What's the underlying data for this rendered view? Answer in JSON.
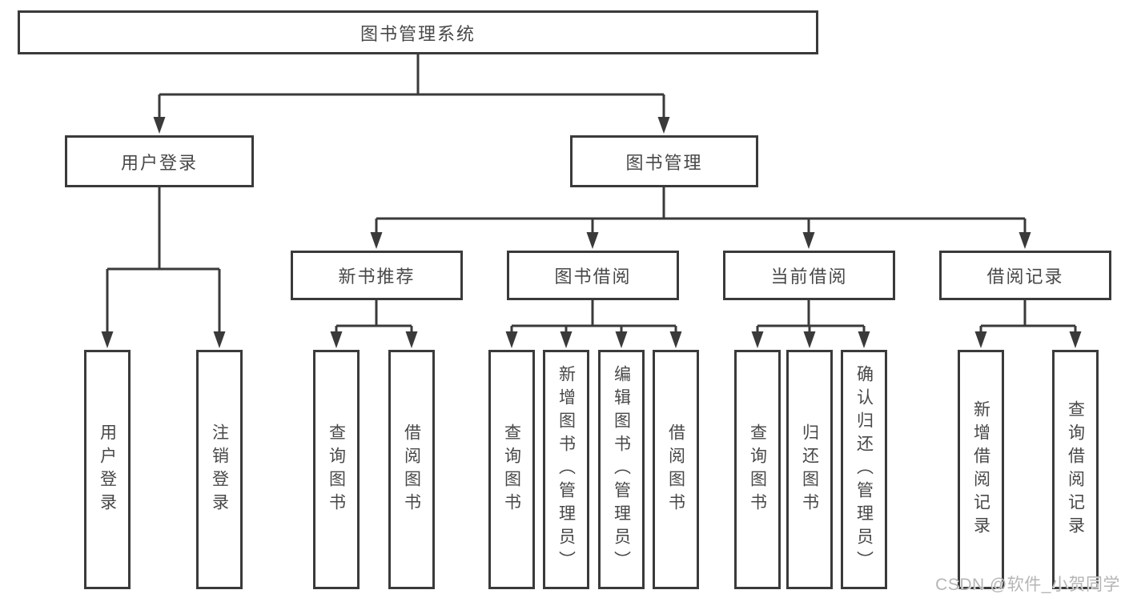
{
  "colors": {
    "line": "#3a3a3a",
    "box_border": "#3a3a3a",
    "text": "#484848",
    "watermark": "#b5b5b5",
    "background": "#ffffff"
  },
  "nodes": {
    "root": {
      "label": "图书管理系统"
    },
    "level2": [
      {
        "label": "用户登录"
      },
      {
        "label": "图书管理"
      }
    ],
    "level3": [
      {
        "label": "新书推荐"
      },
      {
        "label": "图书借阅"
      },
      {
        "label": "当前借阅"
      },
      {
        "label": "借阅记录"
      }
    ],
    "leaves": [
      {
        "label": "用户登录"
      },
      {
        "label": "注销登录"
      },
      {
        "label": "查询图书"
      },
      {
        "label": "借阅图书"
      },
      {
        "label": "查询图书"
      },
      {
        "label": "新增图书（管理员）"
      },
      {
        "label": "编辑图书（管理员）"
      },
      {
        "label": "借阅图书"
      },
      {
        "label": "查询图书"
      },
      {
        "label": "归还图书"
      },
      {
        "label": "确认归还（管理员）"
      },
      {
        "label": "新增借阅记录"
      },
      {
        "label": "查询借阅记录"
      }
    ]
  },
  "watermark": {
    "text": "CSDN @软件_小贺同学"
  }
}
